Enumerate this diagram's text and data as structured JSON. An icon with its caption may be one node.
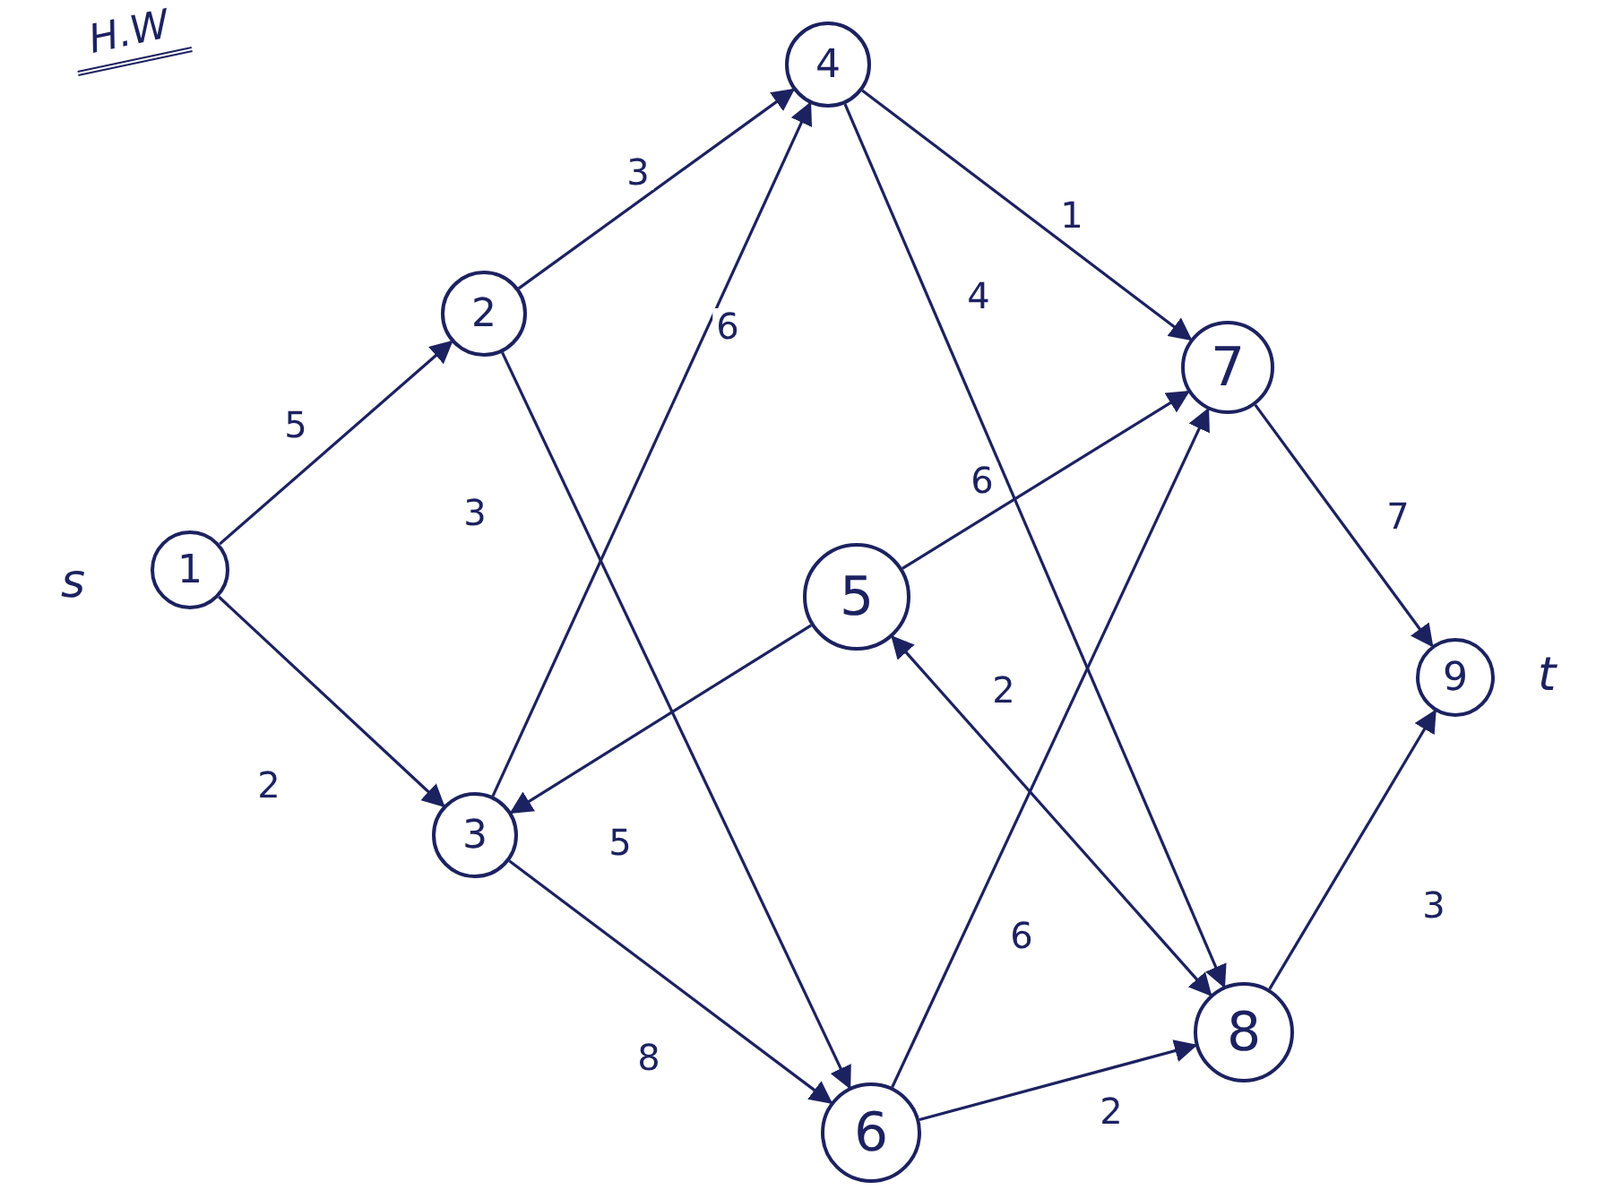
{
  "diagram": {
    "title": "H.W",
    "nodes": [
      {
        "text": [
          "1"
        ],
        "beside": [
          "s"
        ]
      },
      {
        "text": [
          "2"
        ]
      },
      {
        "text": [
          "3"
        ]
      },
      {
        "text": [
          "4"
        ]
      },
      {
        "text": [
          "5"
        ]
      },
      {
        "text": [
          "6"
        ]
      },
      {
        "text": [
          "7"
        ]
      },
      {
        "text": [
          "8"
        ]
      },
      {
        "text": [
          "9"
        ],
        "beside": [
          "t"
        ]
      }
    ],
    "edges": [
      {
        "from": 0,
        "to": 1,
        "arrow": "to",
        "label": "5"
      },
      {
        "from": 0,
        "to": 2,
        "arrow": "to",
        "label": "2"
      },
      {
        "from": 1,
        "to": 3,
        "arrow": "to",
        "label": "3"
      },
      {
        "from": 1,
        "to": 5,
        "arrow": "to",
        "label": "3"
      },
      {
        "from": 2,
        "to": 3,
        "arrow": "to",
        "label": "6"
      },
      {
        "from": 4,
        "to": 2,
        "arrow": "to",
        "label": "5"
      },
      {
        "from": 2,
        "to": 5,
        "arrow": "to",
        "label": "8"
      },
      {
        "from": 3,
        "to": 6,
        "arrow": "to",
        "label": "1"
      },
      {
        "from": 3,
        "to": 7,
        "arrow": "to",
        "label": "4"
      },
      {
        "from": 4,
        "to": 6,
        "arrow": "to",
        "label": "6"
      },
      {
        "from": 4,
        "to": 7,
        "arrow": "both",
        "label": "2"
      },
      {
        "from": 5,
        "to": 6,
        "arrow": "to",
        "label": "6"
      },
      {
        "from": 5,
        "to": 7,
        "arrow": "to",
        "label": "2"
      },
      {
        "from": 6,
        "to": 8,
        "arrow": "to",
        "label": "7"
      },
      {
        "from": 7,
        "to": 8,
        "arrow": "to",
        "label": "3"
      }
    ]
  }
}
